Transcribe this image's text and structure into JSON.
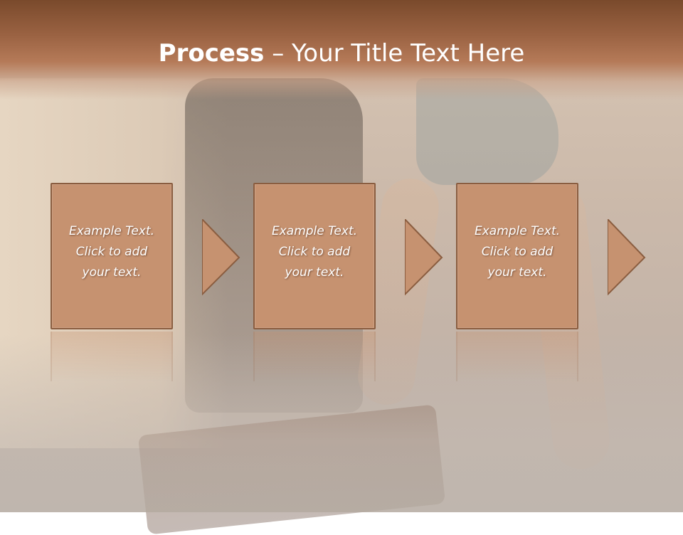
{
  "slide": {
    "title_bold": "Process",
    "title_separator": " – ",
    "title_rest": "Your Title Text Here",
    "colors": {
      "header": "#9a6242",
      "box_fill": "#c69270",
      "box_border": "#8a5d40",
      "text": "#ffffff"
    }
  },
  "process": {
    "steps": [
      {
        "line1": "Example Text.",
        "line2": "Click  to add",
        "line3": "your text."
      },
      {
        "line1": "Example Text.",
        "line2": "Click  to add",
        "line3": "your text."
      },
      {
        "line1": "Example Text.",
        "line2": "Click  to add",
        "line3": "your text."
      }
    ],
    "arrow_icon": "right-arrow-icon"
  }
}
